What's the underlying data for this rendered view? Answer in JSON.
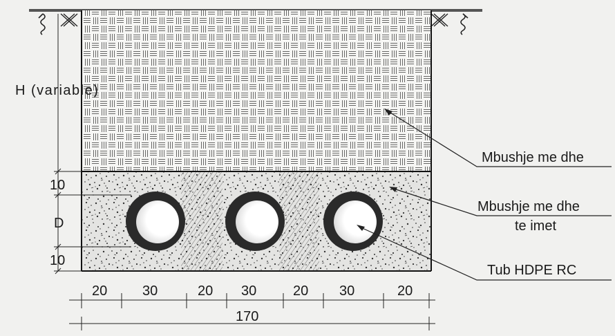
{
  "labels": {
    "height": "H (variable)",
    "fill_top": "Mbushje me dhe",
    "fill_bottom_line1": "Mbushje me dhe",
    "fill_bottom_line2": "te imet",
    "pipe": "Tub HDPE RC"
  },
  "vertical_dims": {
    "top_cover": "10",
    "pipe_diameter": "D",
    "bottom_cover": "10"
  },
  "horizontal_dims": {
    "segments": [
      "20",
      "30",
      "20",
      "30",
      "20",
      "30",
      "20"
    ],
    "total": "170"
  },
  "pipes": {
    "count": 3
  },
  "colors": {
    "line": "#1a1a1a",
    "background": "#f1f1ef",
    "pipe_wall": "#2a2a2a",
    "pipe_inner": "#ffffff"
  }
}
